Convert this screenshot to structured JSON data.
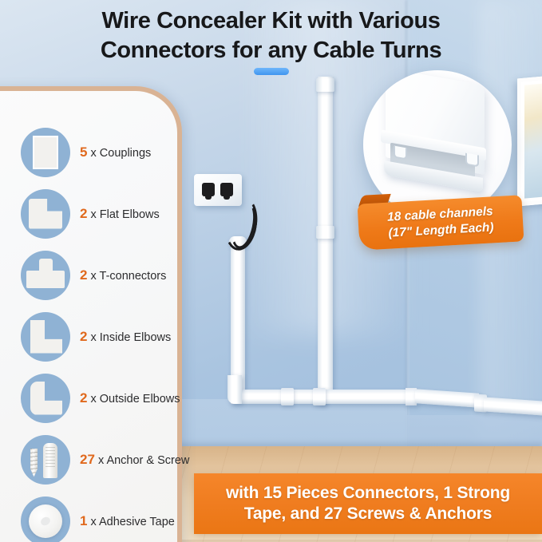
{
  "title": {
    "line1": "Wire Concealer Kit with Various",
    "line2": "Connectors for any Cable Turns",
    "accent_color": "#3f95ef"
  },
  "parts_panel": {
    "border_color": "#d9b394",
    "icon_circle_color": "#8fb2d4",
    "qty_color": "#e0691d",
    "items": [
      {
        "qty": "5",
        "sep": "x",
        "label": "Couplings",
        "icon": "coupling-icon"
      },
      {
        "qty": "2",
        "sep": "x",
        "label": "Flat Elbows",
        "icon": "flat-elbow-icon"
      },
      {
        "qty": "2",
        "sep": "x",
        "label": "T-connectors",
        "icon": "t-connector-icon"
      },
      {
        "qty": "2",
        "sep": "x",
        "label": "Inside Elbows",
        "icon": "inside-elbow-icon"
      },
      {
        "qty": "2",
        "sep": "x",
        "label": "Outside Elbows",
        "icon": "outside-elbow-icon"
      },
      {
        "qty": "27",
        "sep": "x",
        "label": "Anchor & Screw",
        "icon": "anchor-screw-icon"
      },
      {
        "qty": "1",
        "sep": "x",
        "label": "Adhesive Tape",
        "icon": "adhesive-tape-icon"
      }
    ]
  },
  "badge": {
    "line1": "18 cable channels",
    "line2": "(17\" Length Each)",
    "color": "#ef7a19"
  },
  "banner": {
    "line1": "with 15 Pieces Connectors, 1 Strong",
    "line2": "Tape, and 27 Screws & Anchors",
    "color": "#f07d20"
  },
  "scene": {
    "wall_color": "#a9c4e0",
    "floor_color": "#e3c49e",
    "raceway_color": "#ffffff",
    "inset_label": "cable-channel-closeup"
  }
}
